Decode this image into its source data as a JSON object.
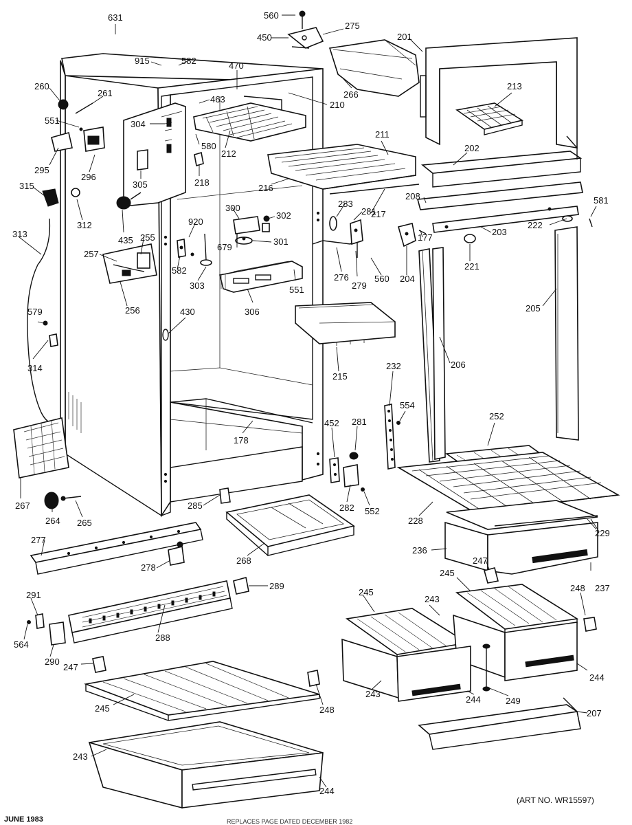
{
  "diagram": {
    "art_number": "(ART NO. WR15597)",
    "footer_date": "JUNE 1983",
    "footer_note": "REPLACES PAGE DATED DECEMBER 1982",
    "callouts": [
      {
        "id": "631",
        "label": "631"
      },
      {
        "id": "560a",
        "label": "560"
      },
      {
        "id": "275",
        "label": "275"
      },
      {
        "id": "450",
        "label": "450"
      },
      {
        "id": "201",
        "label": "201"
      },
      {
        "id": "915",
        "label": "915"
      },
      {
        "id": "582a",
        "label": "582"
      },
      {
        "id": "470",
        "label": "470"
      },
      {
        "id": "266",
        "label": "266"
      },
      {
        "id": "213",
        "label": "213"
      },
      {
        "id": "260",
        "label": "260"
      },
      {
        "id": "261",
        "label": "261"
      },
      {
        "id": "463",
        "label": "463"
      },
      {
        "id": "210",
        "label": "210"
      },
      {
        "id": "551a",
        "label": "551"
      },
      {
        "id": "304",
        "label": "304"
      },
      {
        "id": "580",
        "label": "580"
      },
      {
        "id": "212",
        "label": "212"
      },
      {
        "id": "211",
        "label": "211"
      },
      {
        "id": "295",
        "label": "295"
      },
      {
        "id": "296",
        "label": "296"
      },
      {
        "id": "202",
        "label": "202"
      },
      {
        "id": "305",
        "label": "305"
      },
      {
        "id": "218",
        "label": "218"
      },
      {
        "id": "216",
        "label": "216"
      },
      {
        "id": "315",
        "label": "315"
      },
      {
        "id": "208",
        "label": "208"
      },
      {
        "id": "581",
        "label": "581"
      },
      {
        "id": "312",
        "label": "312"
      },
      {
        "id": "283",
        "label": "283"
      },
      {
        "id": "217",
        "label": "217"
      },
      {
        "id": "300",
        "label": "300"
      },
      {
        "id": "302",
        "label": "302"
      },
      {
        "id": "281a",
        "label": "281"
      },
      {
        "id": "222",
        "label": "222"
      },
      {
        "id": "313",
        "label": "313"
      },
      {
        "id": "920",
        "label": "920"
      },
      {
        "id": "177",
        "label": "177"
      },
      {
        "id": "203",
        "label": "203"
      },
      {
        "id": "435",
        "label": "435"
      },
      {
        "id": "255",
        "label": "255"
      },
      {
        "id": "679",
        "label": "679"
      },
      {
        "id": "301",
        "label": "301"
      },
      {
        "id": "257",
        "label": "257"
      },
      {
        "id": "582b",
        "label": "582"
      },
      {
        "id": "221",
        "label": "221"
      },
      {
        "id": "276",
        "label": "276"
      },
      {
        "id": "560b",
        "label": "560"
      },
      {
        "id": "204",
        "label": "204"
      },
      {
        "id": "303",
        "label": "303"
      },
      {
        "id": "551b",
        "label": "551"
      },
      {
        "id": "279",
        "label": "279"
      },
      {
        "id": "256",
        "label": "256"
      },
      {
        "id": "306",
        "label": "306"
      },
      {
        "id": "205",
        "label": "205"
      },
      {
        "id": "430",
        "label": "430"
      },
      {
        "id": "579",
        "label": "579"
      },
      {
        "id": "206",
        "label": "206"
      },
      {
        "id": "314",
        "label": "314"
      },
      {
        "id": "215",
        "label": "215"
      },
      {
        "id": "232",
        "label": "232"
      },
      {
        "id": "554",
        "label": "554"
      },
      {
        "id": "452",
        "label": "452"
      },
      {
        "id": "281b",
        "label": "281"
      },
      {
        "id": "252",
        "label": "252"
      },
      {
        "id": "178",
        "label": "178"
      },
      {
        "id": "267",
        "label": "267"
      },
      {
        "id": "285",
        "label": "285"
      },
      {
        "id": "282",
        "label": "282"
      },
      {
        "id": "552",
        "label": "552"
      },
      {
        "id": "228",
        "label": "228"
      },
      {
        "id": "264",
        "label": "264"
      },
      {
        "id": "265",
        "label": "265"
      },
      {
        "id": "229",
        "label": "229"
      },
      {
        "id": "277",
        "label": "277"
      },
      {
        "id": "268",
        "label": "268"
      },
      {
        "id": "236",
        "label": "236"
      },
      {
        "id": "278",
        "label": "278"
      },
      {
        "id": "247a",
        "label": "247"
      },
      {
        "id": "237",
        "label": "237"
      },
      {
        "id": "245a",
        "label": "245"
      },
      {
        "id": "289",
        "label": "289"
      },
      {
        "id": "245b",
        "label": "245"
      },
      {
        "id": "243a",
        "label": "243"
      },
      {
        "id": "248a",
        "label": "248"
      },
      {
        "id": "291",
        "label": "291"
      },
      {
        "id": "288",
        "label": "288"
      },
      {
        "id": "564",
        "label": "564"
      },
      {
        "id": "290",
        "label": "290"
      },
      {
        "id": "244a",
        "label": "244"
      },
      {
        "id": "247b",
        "label": "247"
      },
      {
        "id": "248b",
        "label": "248"
      },
      {
        "id": "244b",
        "label": "244"
      },
      {
        "id": "249",
        "label": "249"
      },
      {
        "id": "243b",
        "label": "243"
      },
      {
        "id": "207",
        "label": "207"
      },
      {
        "id": "245c",
        "label": "245"
      },
      {
        "id": "243c",
        "label": "243"
      },
      {
        "id": "244c",
        "label": "244"
      }
    ]
  }
}
